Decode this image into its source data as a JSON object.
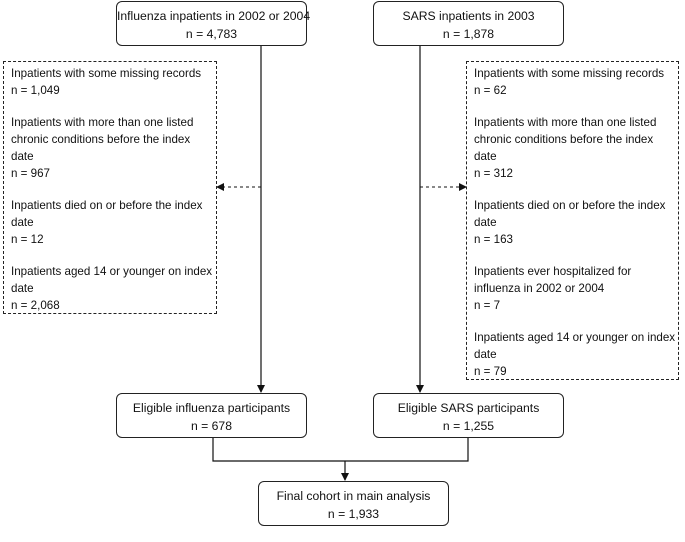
{
  "boxes": {
    "influenza_start": {
      "title": "Influenza inpatients in 2002 or 2004",
      "n": "n = 4,783"
    },
    "sars_start": {
      "title": "SARS inpatients in 2003",
      "n": "n = 1,878"
    },
    "influenza_eligible": {
      "title": "Eligible influenza participants",
      "n": "n = 678"
    },
    "sars_eligible": {
      "title": "Eligible SARS participants",
      "n": "n = 1,255"
    },
    "final": {
      "title": "Final cohort in main analysis",
      "n": "n = 1,933"
    }
  },
  "exclusions": {
    "influenza": [
      {
        "lines": [
          "Inpatients with some missing records"
        ],
        "n": "n = 1,049"
      },
      {
        "lines": [
          "Inpatients with more than one listed",
          "chronic conditions before the index",
          "date"
        ],
        "n": "n = 967"
      },
      {
        "lines": [
          "Inpatients died on or before the index",
          "date"
        ],
        "n": "n = 12"
      },
      {
        "lines": [
          "Inpatients aged 14 or younger on index",
          "date"
        ],
        "n": "n = 2,068"
      }
    ],
    "sars": [
      {
        "lines": [
          "Inpatients with some missing records"
        ],
        "n": "n = 62"
      },
      {
        "lines": [
          "Inpatients with more than one listed",
          "chronic conditions before the index",
          "date"
        ],
        "n": "n = 312"
      },
      {
        "lines": [
          "Inpatients died on or before the index",
          "date"
        ],
        "n": "n = 163"
      },
      {
        "lines": [
          "Inpatients ever hospitalized for",
          "influenza in 2002 or 2004"
        ],
        "n": "n = 7"
      },
      {
        "lines": [
          "Inpatients aged 14 or younger on index",
          "date"
        ],
        "n": "n = 79"
      }
    ]
  }
}
